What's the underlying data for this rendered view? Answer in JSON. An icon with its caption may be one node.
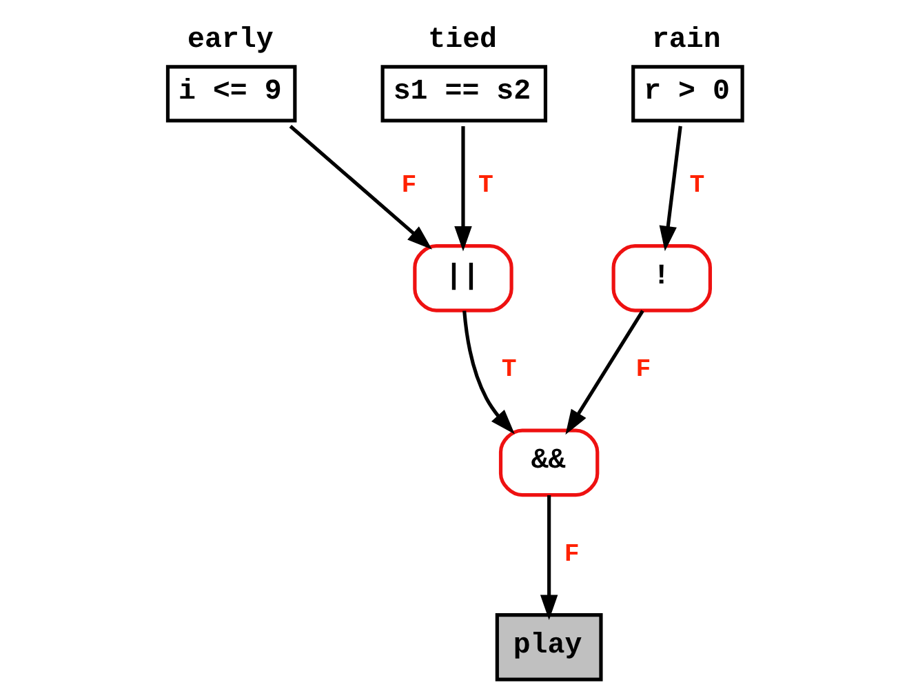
{
  "diagram": {
    "nodes": [
      {
        "text": [
          "early",
          "i <= 9"
        ]
      },
      {
        "text": [
          "tied",
          "s1 == s2"
        ]
      },
      {
        "text": [
          "rain",
          "r > 0"
        ]
      },
      {
        "text": [
          "||"
        ]
      },
      {
        "text": [
          "!"
        ]
      },
      {
        "text": [
          "&&"
        ]
      },
      {
        "text": [
          "play"
        ]
      }
    ],
    "edges": [
      {
        "from": 0,
        "to": 3,
        "arrow": "to",
        "label": "F"
      },
      {
        "from": 1,
        "to": 3,
        "arrow": "to",
        "label": "T"
      },
      {
        "from": 2,
        "to": 4,
        "arrow": "to",
        "label": "T"
      },
      {
        "from": 3,
        "to": 5,
        "arrow": "to",
        "label": "T"
      },
      {
        "from": 4,
        "to": 5,
        "arrow": "to",
        "label": "F"
      },
      {
        "from": 5,
        "to": 6,
        "arrow": "to",
        "label": "F"
      }
    ]
  }
}
